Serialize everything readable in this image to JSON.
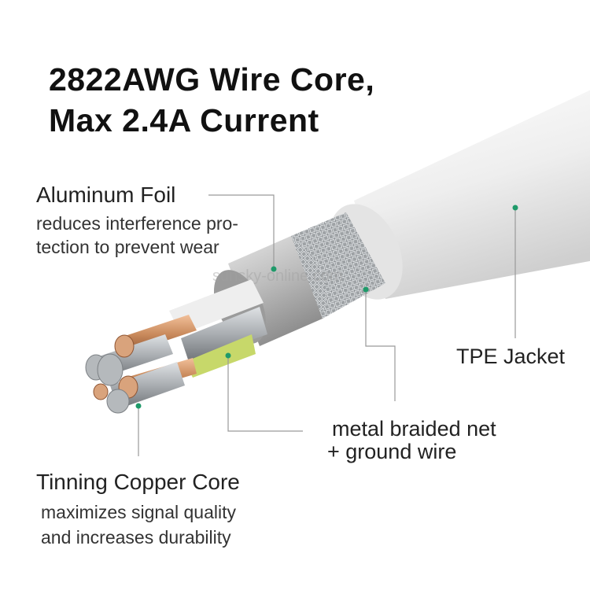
{
  "headline": {
    "line1": "2822AWG Wire Core,",
    "line2": "Max 2.4A Current"
  },
  "labels": {
    "aluminum_foil": {
      "title": "Aluminum Foil",
      "desc_line1": "reduces interference  pro-",
      "desc_line2": "tection to prevent wear"
    },
    "tpe_jacket": {
      "title": "TPE Jacket"
    },
    "braided_net": {
      "line1": "metal braided net",
      "line2": "+ ground wire"
    },
    "copper_core": {
      "title": "Tinning Copper Core",
      "desc_line1": "maximizes signal quality",
      "desc_line2": "and increases durability"
    }
  },
  "watermark": "sunsky-online.com",
  "colors": {
    "leader_line": "#9a9a9a",
    "marker_dot": "#1f9a6a",
    "jacket": "#f2f2f2",
    "copper": "#c98a5c",
    "tinned": "#a9adb1",
    "ground_green": "#c7d86a"
  }
}
